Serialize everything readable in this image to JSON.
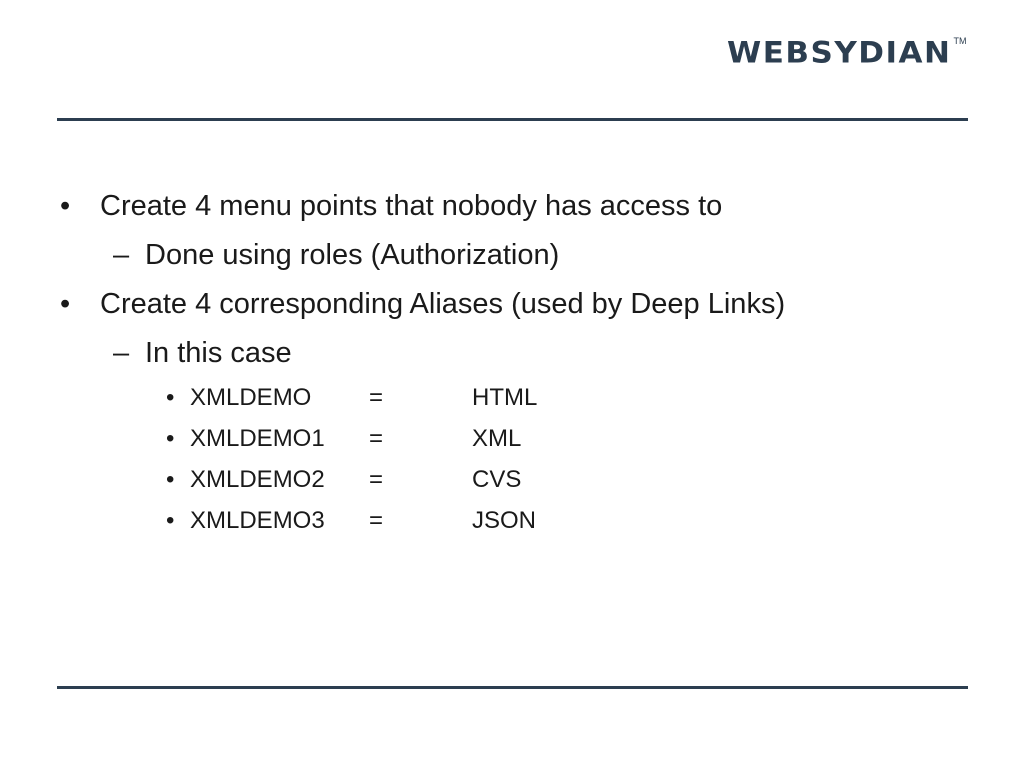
{
  "header": {
    "logo_text": "WEBSYDIAN",
    "logo_tm": "TM"
  },
  "bullets": [
    {
      "marker": "•",
      "text": "Create 4 menu points that nobody has access to"
    },
    {
      "marker": "–",
      "text": "Done using roles (Authorization)"
    },
    {
      "marker": "•",
      "text": "Create 4 corresponding Aliases (used by Deep Links)"
    },
    {
      "marker": "–",
      "text": "In this case"
    }
  ],
  "aliases": [
    {
      "marker": "•",
      "name": "XMLDEMO",
      "eq": "=",
      "value": "HTML"
    },
    {
      "marker": "•",
      "name": "XMLDEMO1",
      "eq": "=",
      "value": "XML"
    },
    {
      "marker": "•",
      "name": "XMLDEMO2",
      "eq": "=",
      "value": "CVS"
    },
    {
      "marker": "•",
      "name": "XMLDEMO3",
      "eq": "=",
      "value": "JSON"
    }
  ]
}
